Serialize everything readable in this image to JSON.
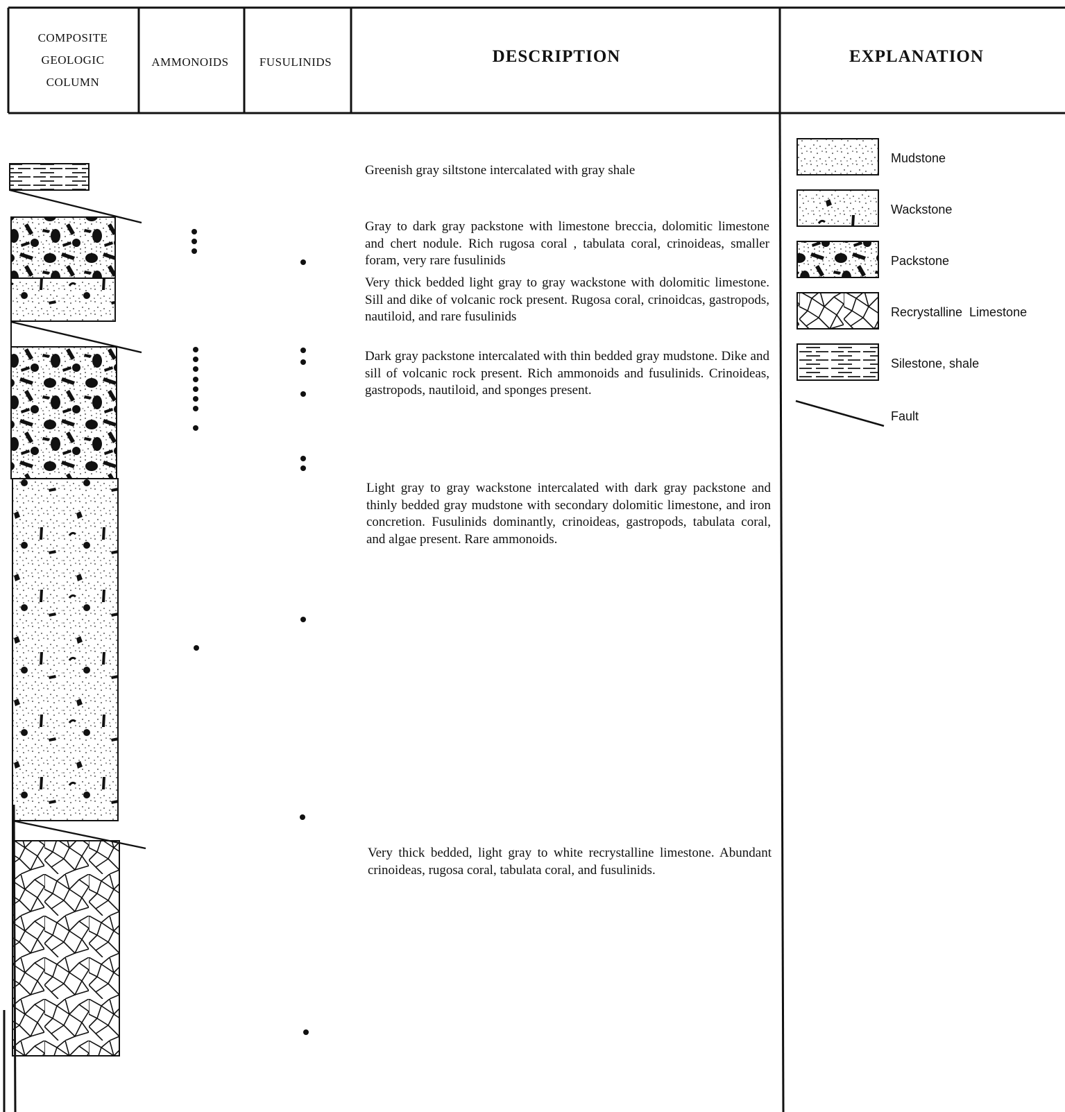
{
  "headers": {
    "column": [
      "COMPOSITE",
      "GEOLOGIC",
      "COLUMN"
    ],
    "ammonoids": "AMMONOIDS",
    "fusulinids": "FUSULINIDS",
    "description": "DESCRIPTION",
    "explanation": "EXPLANATION"
  },
  "descriptions": [
    "Greenish gray siltstone intercalated with gray shale",
    "Gray to dark gray packstone with limestone breccia, dolomitic limestone and chert nodule. Rich rugosa coral , tabulata coral, crinoideas, smaller foram, very rare fusulinids",
    "Very thick bedded light gray to gray wackstone with dolomitic limestone. Sill and dike of volcanic rock present. Rugosa coral, crinoidcas, gastropods, nautiloid, and rare fusulinids",
    "Dark gray packstone intercalated with thin bedded gray mudstone. Dike and sill of volcanic rock present. Rich ammonoids and fusulinids. Crinoideas, gastropods, nautiloid, and sponges present.",
    "Light gray to gray wackstone intercalated with dark gray packstone and thinly bedded gray mudstone with secondary dolomitic limestone, and iron concretion. Fusulinids dominantly, crinoideas, gastropods, tabulata coral, and algae present. Rare ammonoids.",
    "Very thick bedded, light gray to white recrystalline limestone. Abundant crinoideas, rugosa coral, tabulata coral, and fusulinids."
  ],
  "legend": [
    {
      "label": "Mudstone",
      "pattern": "mudstone"
    },
    {
      "label": "Wackstone",
      "pattern": "wackstone"
    },
    {
      "label": "Packstone",
      "pattern": "packstone"
    },
    {
      "label": "Recrystalline  Limestone",
      "pattern": "recrystalline"
    },
    {
      "label": "Silestone, shale",
      "pattern": "shale"
    },
    {
      "label": "Fault",
      "pattern": "fault"
    }
  ]
}
